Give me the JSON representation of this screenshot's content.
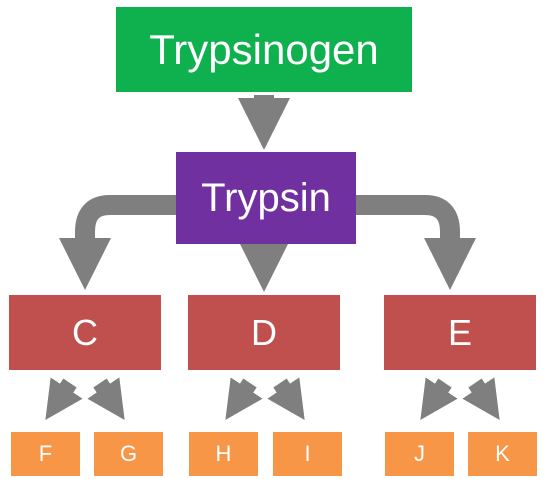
{
  "colors": {
    "green": "#0fb14f",
    "purple": "#7030a0",
    "red": "#c0504d",
    "orange": "#f79646",
    "arrow": "#7f7f7f"
  },
  "nodes": {
    "trypsinogen": "Trypsinogen",
    "trypsin": "Trypsin",
    "c": "C",
    "d": "D",
    "e": "E",
    "f": "F",
    "g": "G",
    "h": "H",
    "i": "I",
    "j": "J",
    "k": "K"
  }
}
